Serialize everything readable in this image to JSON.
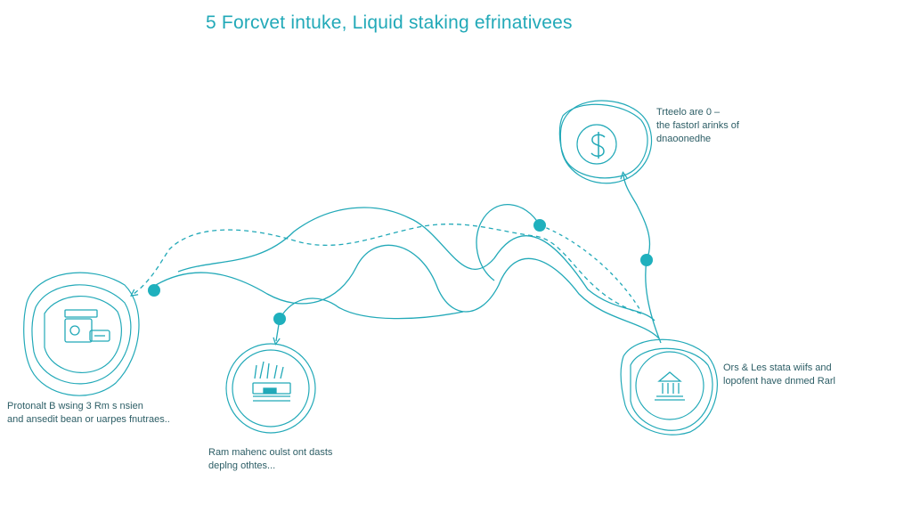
{
  "title": "5 Forcvet intuke, Liquid staking efrinativees",
  "captions": {
    "left": [
      "Protonalt B wsing 3 Rm s nsien",
      "and ansedit bean or uarpes fnutraes.."
    ],
    "middle": [
      "Ram mahenc oulst ont dasts",
      "deplng othtes..."
    ],
    "top_right": [
      "Trteelo are 0 –",
      "the fastorl arinks of",
      "dnaoonedhe"
    ],
    "right": [
      "Ors & Les stata wiifs and",
      "lopofent have dnmed Rarl"
    ]
  },
  "icons": [
    "wallet-device-icon",
    "chart-card-icon",
    "coin-icon",
    "bank-icon"
  ],
  "colors": {
    "accent": "#22a9b8",
    "node": "#1fb0bd",
    "text": "#2d5e66"
  }
}
